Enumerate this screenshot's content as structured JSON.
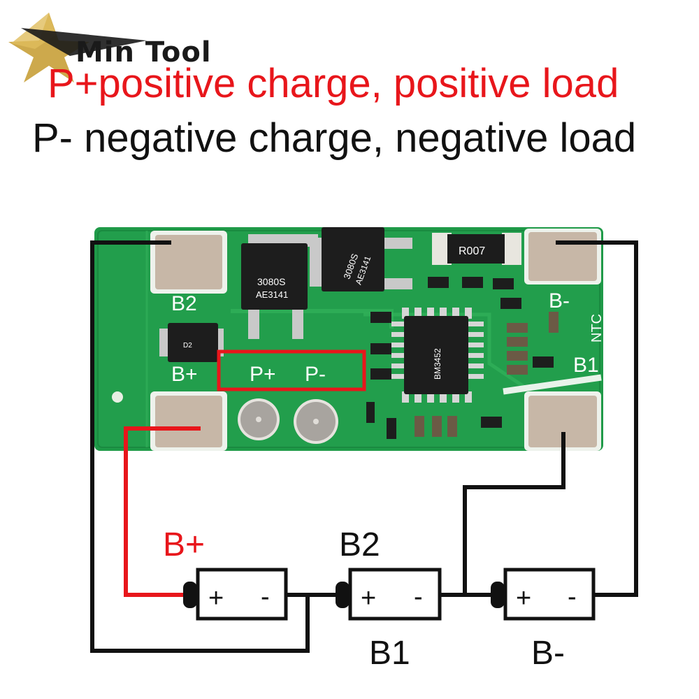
{
  "brand": {
    "name": "Min Tool",
    "star_color": "#c8a038"
  },
  "header": {
    "line1": "P+positive charge, positive load",
    "line2": "P- negative charge, negative load",
    "line1_color": "#e8161b",
    "line2_color": "#111111"
  },
  "pcb": {
    "color": "#1f9a48",
    "pad_labels": {
      "b2": "B2",
      "b_minus": "B-",
      "b_plus": "B+",
      "b1": "B1",
      "ntc": "NTC"
    },
    "load_labels": {
      "p_plus": "P+",
      "p_minus": "P-"
    },
    "chip_markings": {
      "mosfet_left_1": "3080S",
      "mosfet_left_2": "AE3141",
      "mosfet_right_1": "3080S",
      "mosfet_right_2": "AE3141",
      "resistor": "R007",
      "ic": "BM3452",
      "diode": "D2"
    },
    "highlight_color": "#e8161b"
  },
  "circuit": {
    "labels": {
      "b_plus": "B+",
      "b2": "B2",
      "b1": "B1",
      "b_minus": "B-"
    },
    "battery_symbols": {
      "plus": "+",
      "minus": "-"
    },
    "wire_red": "#e8161b",
    "wire_black": "#111111"
  }
}
